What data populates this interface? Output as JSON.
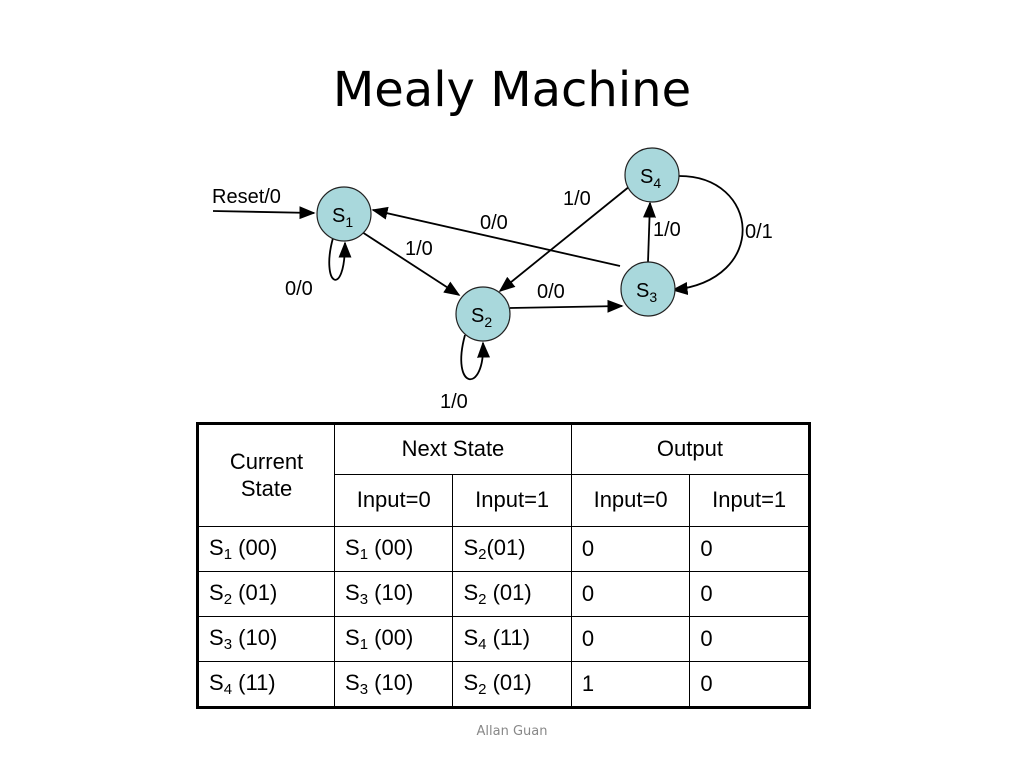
{
  "title": "Mealy Machine",
  "footer": "Allan Guan",
  "diagram": {
    "states": [
      {
        "id": "s1",
        "label": "S",
        "sub": "1"
      },
      {
        "id": "s2",
        "label": "S",
        "sub": "2"
      },
      {
        "id": "s3",
        "label": "S",
        "sub": "3"
      },
      {
        "id": "s4",
        "label": "S",
        "sub": "4"
      }
    ],
    "transitions": [
      {
        "from": "reset",
        "to": "s1",
        "label": "Reset/0"
      },
      {
        "from": "s1",
        "to": "s1",
        "label": "0/0"
      },
      {
        "from": "s1",
        "to": "s2",
        "label": "1/0"
      },
      {
        "from": "s2",
        "to": "s2",
        "label": "1/0"
      },
      {
        "from": "s2",
        "to": "s3",
        "label": "0/0"
      },
      {
        "from": "s3",
        "to": "s1",
        "label": "0/0"
      },
      {
        "from": "s3",
        "to": "s4",
        "label": "1/0"
      },
      {
        "from": "s4",
        "to": "s2",
        "label": "1/0"
      },
      {
        "from": "s4",
        "to": "s3",
        "label": "0/1"
      }
    ]
  },
  "table": {
    "header": {
      "current_state": [
        "Current",
        "State"
      ],
      "next_state": "Next State",
      "output": "Output",
      "input0": "Input=0",
      "input1": "Input=1"
    },
    "rows": [
      {
        "cur": {
          "s": "S",
          "sub": "1",
          "code": " (00)"
        },
        "next0": {
          "s": "S",
          "sub": "1",
          "code": " (00)"
        },
        "next1": {
          "s": "S",
          "sub": "2",
          "code": "(01)"
        },
        "out0": "0",
        "out1": "0"
      },
      {
        "cur": {
          "s": "S",
          "sub": "2",
          "code": " (01)"
        },
        "next0": {
          "s": "S",
          "sub": "3",
          "code": " (10)"
        },
        "next1": {
          "s": "S",
          "sub": "2",
          "code": " (01)"
        },
        "out0": "0",
        "out1": "0"
      },
      {
        "cur": {
          "s": "S",
          "sub": "3",
          "code": " (10)"
        },
        "next0": {
          "s": "S",
          "sub": "1",
          "code": " (00)"
        },
        "next1": {
          "s": "S",
          "sub": "4",
          "code": " (11)"
        },
        "out0": "0",
        "out1": "0"
      },
      {
        "cur": {
          "s": "S",
          "sub": "4",
          "code": " (11)"
        },
        "next0": {
          "s": "S",
          "sub": "3",
          "code": " (10)"
        },
        "next1": {
          "s": "S",
          "sub": "2",
          "code": " (01)"
        },
        "out0": "1",
        "out1": "0"
      }
    ]
  }
}
